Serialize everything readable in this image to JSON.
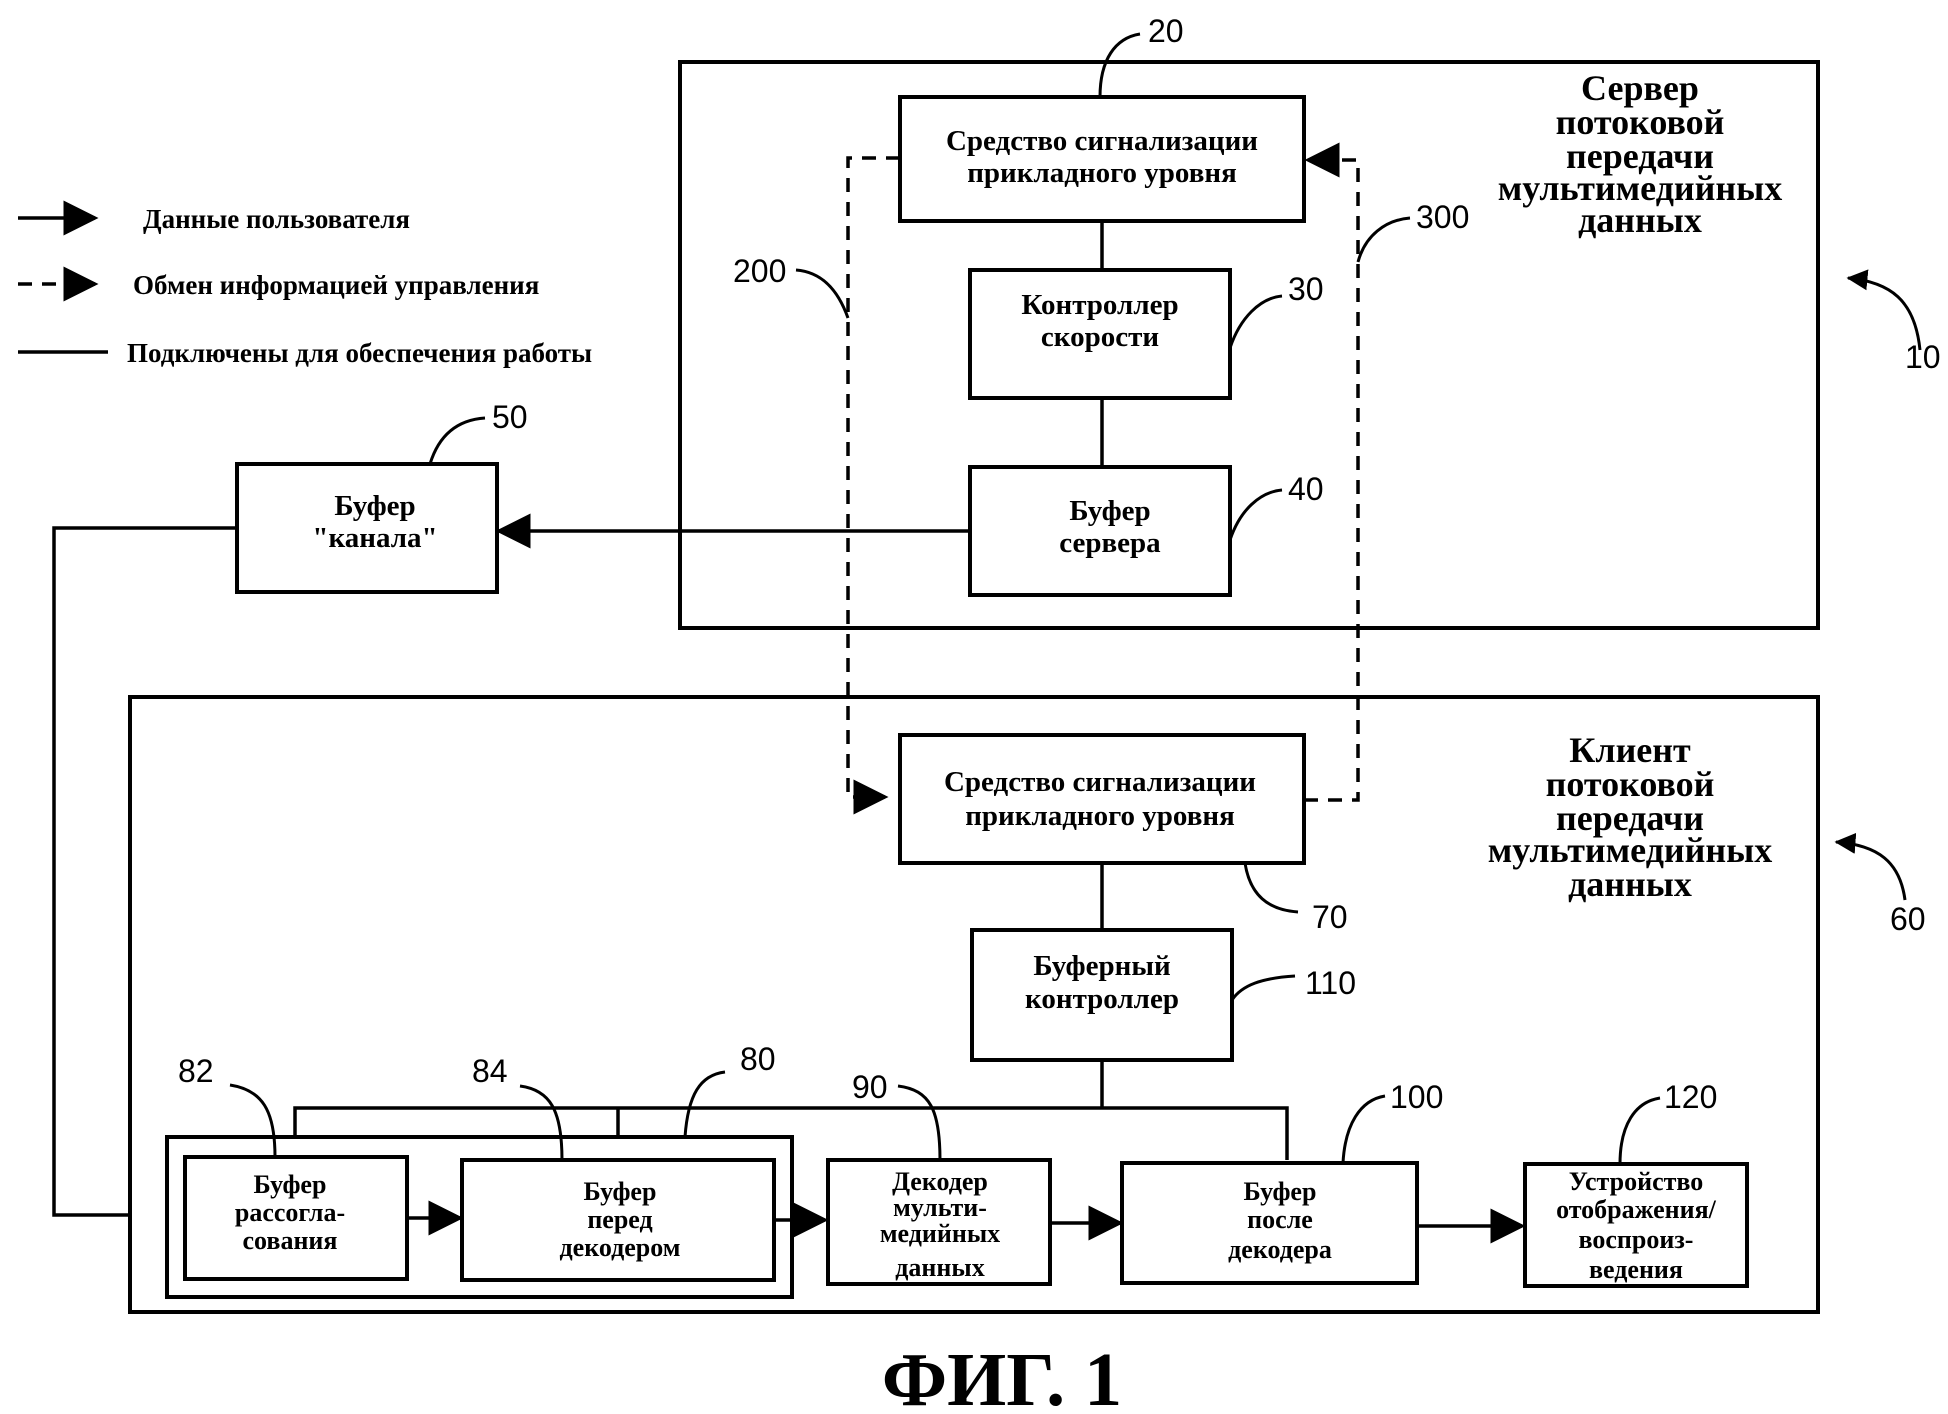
{
  "legend": {
    "user_data": "Данные пользователя",
    "control_exchange": "Обмен информацией управления",
    "operative_connection": "Подключены для обеспечения работы"
  },
  "server": {
    "title": [
      "Сервер",
      "потоковой",
      "передачи",
      "мультимедийных",
      "данных"
    ],
    "ref": "10",
    "signaling": {
      "lines": [
        "Средство сигнализации",
        "прикладного уровня"
      ],
      "ref": "20"
    },
    "rate_controller": {
      "lines": [
        "Контроллер",
        "скорости"
      ],
      "ref": "30"
    },
    "server_buffer": {
      "lines": [
        "Буфер",
        "сервера"
      ],
      "ref": "40"
    }
  },
  "channel_buffer": {
    "lines": [
      "Буфер",
      "\"канала\""
    ],
    "ref": "50"
  },
  "control_paths": {
    "ref_left": "200",
    "ref_right": "300"
  },
  "client": {
    "title": [
      "Клиент",
      "потоковой",
      "передачи",
      "мультимедийных",
      "данных"
    ],
    "ref": "60",
    "signaling": {
      "lines": [
        "Средство сигнализации",
        "прикладного уровня"
      ],
      "ref": "70"
    },
    "buffer_controller": {
      "lines": [
        "Буферный",
        "контроллер"
      ],
      "ref": "110"
    },
    "buffer_group_ref": "80",
    "dejitter_buffer": {
      "lines": [
        "Буфер",
        "рассогла-",
        "сования"
      ],
      "ref": "82"
    },
    "predecoder_buffer": {
      "lines": [
        "Буфер",
        "перед",
        "декодером"
      ],
      "ref": "84"
    },
    "decoder": {
      "lines": [
        "Декодер",
        "мульти-",
        "медийных",
        "данных"
      ],
      "ref": "90"
    },
    "postdecoder_buffer": {
      "lines": [
        "Буфер",
        "после",
        "декодера"
      ],
      "ref": "100"
    },
    "display": {
      "lines": [
        "Устройство",
        "отображения/",
        "воспроиз-",
        "ведения"
      ],
      "ref": "120"
    }
  },
  "figure_caption": "ФИГ. 1"
}
